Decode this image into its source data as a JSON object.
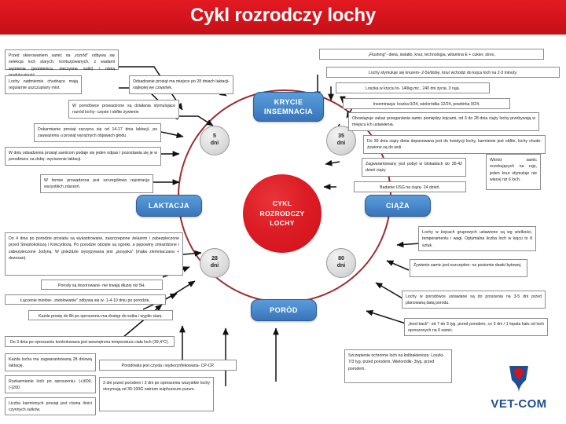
{
  "header": {
    "title": "Cykl rozrodczy lochy",
    "accent_color": "#d4131b"
  },
  "diagram": {
    "center_label": "CYKL\nROZRODCZY\nLOCHY",
    "center_line1": "CYKL",
    "center_line2": "ROZRODCZY",
    "center_line3": "LOCHY",
    "ring_color": "#9e2b2b",
    "stage_color": "#4a8ccd",
    "core_color": "#dd1d25",
    "stages": [
      {
        "id": "krycie",
        "label": "KRYCIE\nINSEMNACIA",
        "line1": "KRYCIE",
        "line2": "INSEMNACIA"
      },
      {
        "id": "ciaza",
        "label": "CIĄŻA",
        "line1": "CIĄŻA",
        "line2": ""
      },
      {
        "id": "porod",
        "label": "PORÓD",
        "line1": "PORÓD",
        "line2": ""
      },
      {
        "id": "laktacja",
        "label": "LAKTACJA",
        "line1": "LAKTACJA",
        "line2": ""
      }
    ],
    "day_markers": [
      {
        "id": "d5",
        "value": "5",
        "unit": "dni"
      },
      {
        "id": "d35",
        "value": "35",
        "unit": "dni"
      },
      {
        "id": "d80",
        "value": "80",
        "unit": "dni"
      },
      {
        "id": "d28",
        "value": "28",
        "unit": "dni"
      }
    ]
  },
  "notes": {
    "left": [
      {
        "id": "l1",
        "text": "Przed skierowaniem samic na „rozród\" odbywa się selekcja loch starych, kontuzjowanych, z wadami wymienia (promienica, nieczynne sutki) i niską produkcyjność."
      },
      {
        "id": "l2",
        "text": "Lochy nadmiernie chudnące mają regularnie uszczuplany miot."
      },
      {
        "id": "l3",
        "text": "W porodówce prowadzone są działania stymulujące rozród lochy- częste i obfite żywienie"
      },
      {
        "id": "l4",
        "text": "Dokarmianie prosiąt zaczyna się od 14-17 dnia laktacji- po zauważeniu u prosiąt wyraźnych objawach głodu."
      },
      {
        "id": "l5",
        "text": "W dniu odsadzenia prosiąt samicom podaje się jeden odpas i pozostawia się je w porodówce na dobę- wyciszenie laktacji."
      },
      {
        "id": "l6",
        "text": "W fermie prowadzona jest szczegółowa rejestracja wszystkich zdarzeń."
      },
      {
        "id": "l7",
        "text": "Do 4 dnia po porodzie prosięta są wykastrowane, zaszczepione żelazem i zabezpieczone przed Streptokokozą i Kokcydiozą. Po porodzie obcięte są ogonki, a pępowiny zmiażdżone i zabezpieczone Jodyną. W gnieździe wysypywana jest „posypka\" (mąka ziemniaczana + dezosan)."
      },
      {
        "id": "l8",
        "text": "Porody są dozorowane- nie trwają dłużej niż 5H."
      },
      {
        "id": "l9",
        "text": "Łączenie miotów- „meblowanie\" odbywa się w- 1-4-10 dniu po porodzie."
      },
      {
        "id": "l10",
        "text": "Każde prosię do 8h po oproszeniu ma dostęp do sutka i wypiło siarę."
      },
      {
        "id": "l11",
        "text": "Do 3 dnia po oproszeniu kontrolowana jest wewnętrzna temperatura ciała loch (39,4°C)."
      },
      {
        "id": "l12",
        "text": "Każda locha ma zagwarantowaną 28 dniową laktację."
      },
      {
        "id": "l13",
        "text": "Rozkarmianie loch po oproszeniu- (+)600, (-)200."
      },
      {
        "id": "l14",
        "text": "Liczba karmionych prosiąt jest równa ilości czynnych sutków."
      }
    ],
    "top_middle": [
      {
        "id": "m1",
        "text": "Odsadzanie prosiąt ma miejsce po 28 dniach laktacji- najlepiej we czwartek."
      }
    ],
    "bottom_middle": [
      {
        "id": "b1",
        "text": "Porodówka jest czysta i wydezynfekowana- CP-CP."
      },
      {
        "id": "b2",
        "text": "3 dni przed porodem i 3 dni po oproszeniu wszystkie lochy otrzymują od 30-100G natrium sulphuricum purum."
      }
    ],
    "right": [
      {
        "id": "r1",
        "text": "„Flushing\"- dieta, światło, knur, technologia, witamina E + cukier, stres,"
      },
      {
        "id": "r2",
        "text": "Lochy stymuluje się knurem- 2-5x/dobę, knur wchodzi do kojca loch na 2-3 minuty."
      },
      {
        "id": "r3",
        "text": "Loszka w kryciu to- 140kg.mc., 240 dni życia, 3 ruja."
      },
      {
        "id": "r4",
        "text": "Inseminacja: loszka 0/24, wieloródka 12/24, powtórka 0/24,"
      },
      {
        "id": "r5",
        "text": "Obowiązuje zakaz przeganiania samic pomiędzy kojcami, od 3 do 28 dnia ciąży lochy przebywają w miejscu ich ustawienia."
      },
      {
        "id": "r6",
        "text": "Do 30 dnia ciąży dieta dopasowana jest do kondycji lochy, karmienie jest obfite, lochy chude- żywione są do woli."
      },
      {
        "id": "r7",
        "text": "Zagwarantowany jest pobyt w blokadach do 35-42 dzień ciąży"
      },
      {
        "id": "r8",
        "text": "Badanie USG na ciążę- 24 dzień."
      },
      {
        "id": "r9",
        "text": "Wśród samic oczekujących na ruję, jeden knur stymuluje nie więcej niż 6 loch."
      },
      {
        "id": "r10",
        "text": "Lochy w kojcach grupowych ustawione są wg wielkości, temperamentu i wagi. Optymalna liczba loch w kojcu to 8 sztuk."
      },
      {
        "id": "r11",
        "text": "Żywienie samic jest oszczędne- na poziomie dawki bytowej."
      },
      {
        "id": "r12",
        "text": "Lochy w porodówce ustawiane są do proszenia na 3-5 dni przed planowaną datą porodu."
      },
      {
        "id": "r13",
        "text": "„feed back\"- od 7 do 3 tyg. przed porodem, co 3 dni / 1 łopata kału od loch oproszonych na 6 samic."
      },
      {
        "id": "r14",
        "text": "Szczepienie ochronne loch na kolibakteriozę: Loszki- 7/3 tyg. przed porodem, Wieloródki- 3tyg. przed porodem."
      }
    ]
  },
  "logo": {
    "text": "VET-COM",
    "shield_color": "#1f4e96",
    "heart_color": "#d4131b"
  }
}
